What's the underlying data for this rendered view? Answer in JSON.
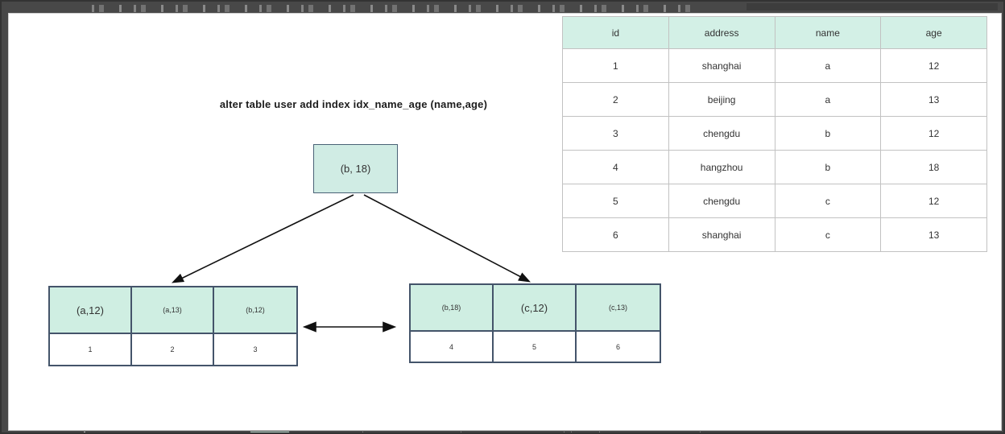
{
  "title": "alter table user add index idx_name_age (name,age)",
  "tree": {
    "root_label": "(b, 18)",
    "left_leaf": {
      "keys": [
        "(a,12)",
        "(a,13)",
        "(b,12)"
      ],
      "pointers": [
        "1",
        "2",
        "3"
      ]
    },
    "right_leaf": {
      "keys": [
        "(b,18)",
        "(c,12)",
        "(c,13)"
      ],
      "pointers": [
        "4",
        "5",
        "6"
      ]
    }
  },
  "user_table": {
    "columns": [
      "id",
      "address",
      "name",
      "age"
    ],
    "rows": [
      [
        "1",
        "shanghai",
        "a",
        "12"
      ],
      [
        "2",
        "beijing",
        "a",
        "13"
      ],
      [
        "3",
        "chengdu",
        "b",
        "12"
      ],
      [
        "4",
        "hangzhou",
        "b",
        "18"
      ],
      [
        "5",
        "chengdu",
        "c",
        "12"
      ],
      [
        "6",
        "shanghai",
        "c",
        "13"
      ]
    ]
  },
  "colors": {
    "header_teal": "#d3f0e6",
    "leaf_teal": "#cfeee2",
    "tree_border": "#44546a",
    "table_border": "#c2c2c2",
    "frame_gray": "#484848",
    "arrow_black": "#111111"
  }
}
